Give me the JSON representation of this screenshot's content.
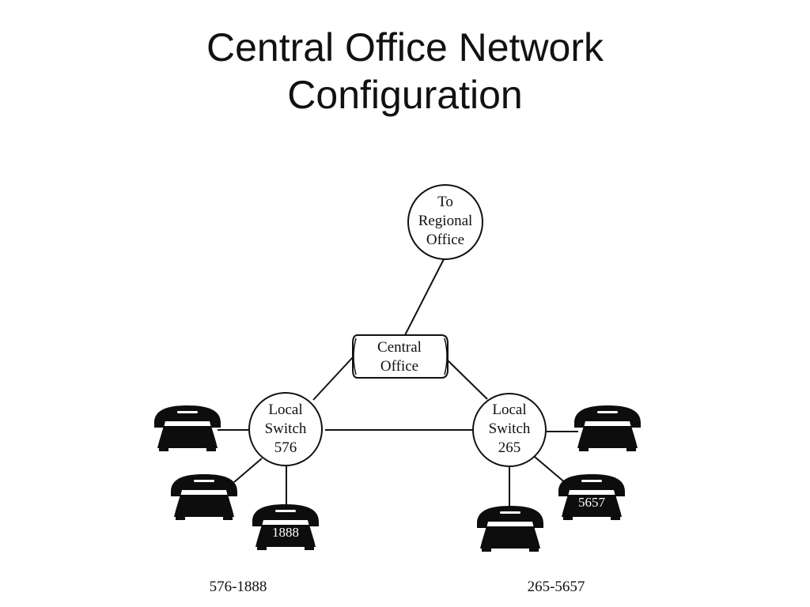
{
  "slide": {
    "title_line1": "Central Office Network",
    "title_line2": "Configuration"
  },
  "nodes": {
    "regional": {
      "line1": "To",
      "line2": "Regional",
      "line3": "Office"
    },
    "central": {
      "line1": "Central",
      "line2": "Office"
    },
    "switch_left": {
      "line1": "Local",
      "line2": "Switch",
      "line3": "576"
    },
    "switch_right": {
      "line1": "Local",
      "line2": "Switch",
      "line3": "265"
    }
  },
  "phones": {
    "left_bottom_number": "1888",
    "right_lower_number": "5657"
  },
  "captions": {
    "left": "576-1888",
    "right": "265-5657"
  },
  "colors": {
    "line": "#111111",
    "phone_fill": "#0d0d0d",
    "background": "#ffffff"
  }
}
